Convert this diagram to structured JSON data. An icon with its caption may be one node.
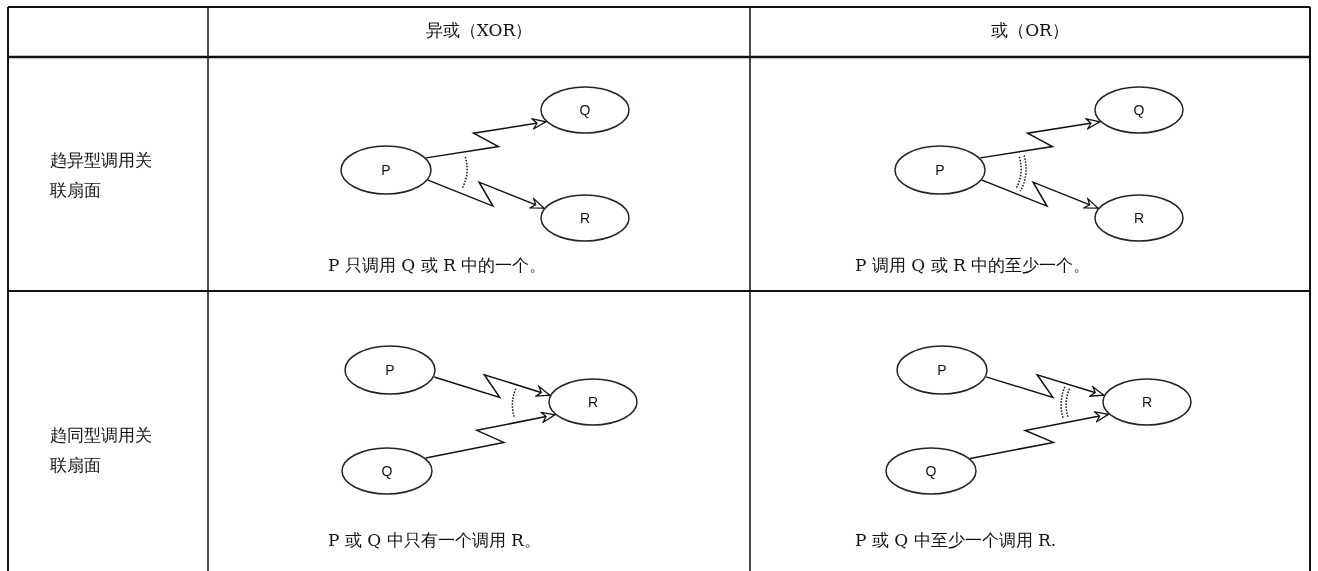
{
  "diagram": {
    "nodes": [
      {
        "text": [
          "P"
        ]
      },
      {
        "text": [
          "Q"
        ]
      },
      {
        "text": [
          "R"
        ]
      },
      {
        "text": [
          "P"
        ]
      },
      {
        "text": [
          "Q"
        ]
      },
      {
        "text": [
          "R"
        ]
      },
      {
        "text": [
          "P"
        ]
      },
      {
        "text": [
          "R"
        ]
      },
      {
        "text": [
          "Q"
        ]
      },
      {
        "text": [
          "P"
        ]
      },
      {
        "text": [
          "R"
        ]
      },
      {
        "text": [
          "Q"
        ]
      }
    ],
    "edges": [
      {
        "from": 0,
        "to": 1,
        "arrow": "to"
      },
      {
        "from": 0,
        "to": 2,
        "arrow": "to"
      },
      {
        "from": 3,
        "to": 4,
        "arrow": "to"
      },
      {
        "from": 3,
        "to": 5,
        "arrow": "to"
      },
      {
        "from": 6,
        "to": 7,
        "arrow": "to"
      },
      {
        "from": 8,
        "to": 7,
        "arrow": "to"
      },
      {
        "from": 9,
        "to": 10,
        "arrow": "to"
      },
      {
        "from": 11,
        "to": 10,
        "arrow": "to"
      }
    ],
    "labels": [
      "异或（XOR）",
      "或（OR）",
      "趋异型调用关联扇面",
      "P 只调用 Q 或 R 中的一个。",
      "P 调用 Q 或 R 中的至少一个。",
      "趋同型调用关联扇面",
      "P 或 Q 中只有一个调用 R。",
      "P 或 Q 中至少一个调用 R."
    ]
  }
}
